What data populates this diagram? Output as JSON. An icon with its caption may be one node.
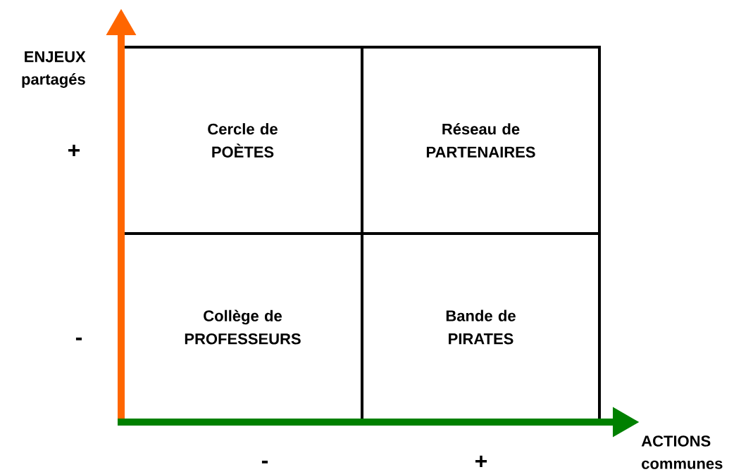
{
  "diagram": {
    "nodes": [
      {
        "text": [
          "Cercle de POÈTES"
        ]
      },
      {
        "text": [
          "Réseau de PARTENAIRES"
        ]
      },
      {
        "text": [
          "Collège de PROFESSEURS"
        ]
      },
      {
        "text": [
          "Bande de PIRATES"
        ]
      }
    ],
    "labels": [
      "ENJEUX partagés",
      "+",
      "-",
      "ACTIONS communes",
      "-",
      "+"
    ]
  }
}
